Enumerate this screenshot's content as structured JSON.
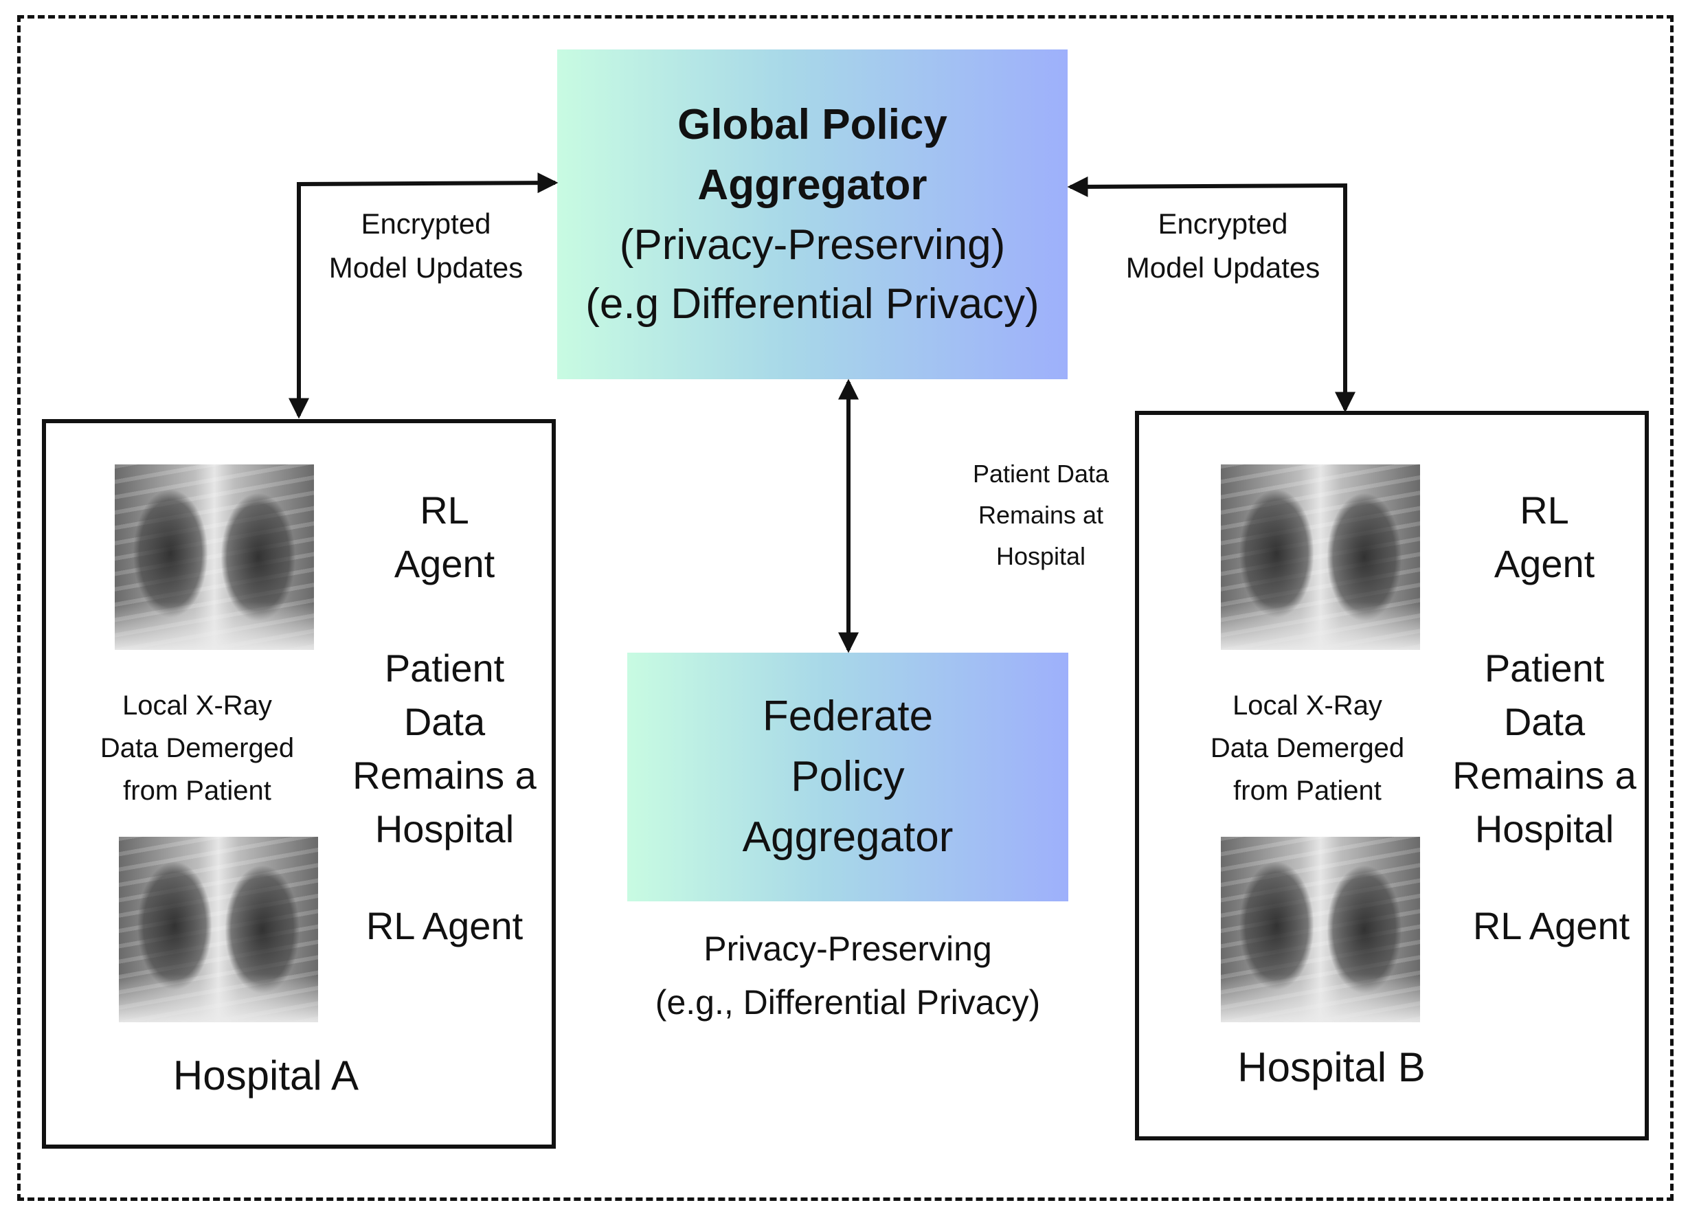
{
  "global_aggregator": {
    "title_line1": "Global Policy",
    "title_line2": "Aggregator",
    "sub_line1": "(Privacy-Preserving)",
    "sub_line2": "(e.g Differential Privacy)"
  },
  "federate_aggregator": {
    "line1": "Federate",
    "line2": "Policy",
    "line3": "Aggregator"
  },
  "federate_caption": {
    "line1": "Privacy-Preserving",
    "line2": "(e.g., Differential Privacy)"
  },
  "left_arrow_label": {
    "line1": "Encrypted",
    "line2": "Model Updates"
  },
  "right_arrow_label": {
    "line1": "Encrypted",
    "line2": "Model Updates"
  },
  "center_label": {
    "line1": "Patient Data",
    "line2": "Remains at",
    "line3": "Hospital"
  },
  "hospital_a": {
    "rl_agent_top_line1": "RL",
    "rl_agent_top_line2": "Agent",
    "local_line1": "Local X-Ray",
    "local_line2": "Data Demerged",
    "local_line3": "from Patient",
    "patient_line1": "Patient",
    "patient_line2": "Data",
    "patient_line3": "Remains a",
    "patient_line4": "Hospital",
    "rl_agent_bottom": "RL Agent",
    "name": "Hospital A"
  },
  "hospital_b": {
    "rl_agent_top_line1": "RL",
    "rl_agent_top_line2": "Agent",
    "local_line1": "Local X-Ray",
    "local_line2": "Data Demerged",
    "local_line3": "from Patient",
    "patient_line1": "Patient",
    "patient_line2": "Data",
    "patient_line3": "Remains a",
    "patient_line4": "Hospital",
    "rl_agent_bottom": "RL Agent",
    "name": "Hospital B"
  },
  "colors": {
    "gradient_left": "#c8fbe2",
    "gradient_right": "#9eb0fb",
    "stroke": "#111111"
  }
}
